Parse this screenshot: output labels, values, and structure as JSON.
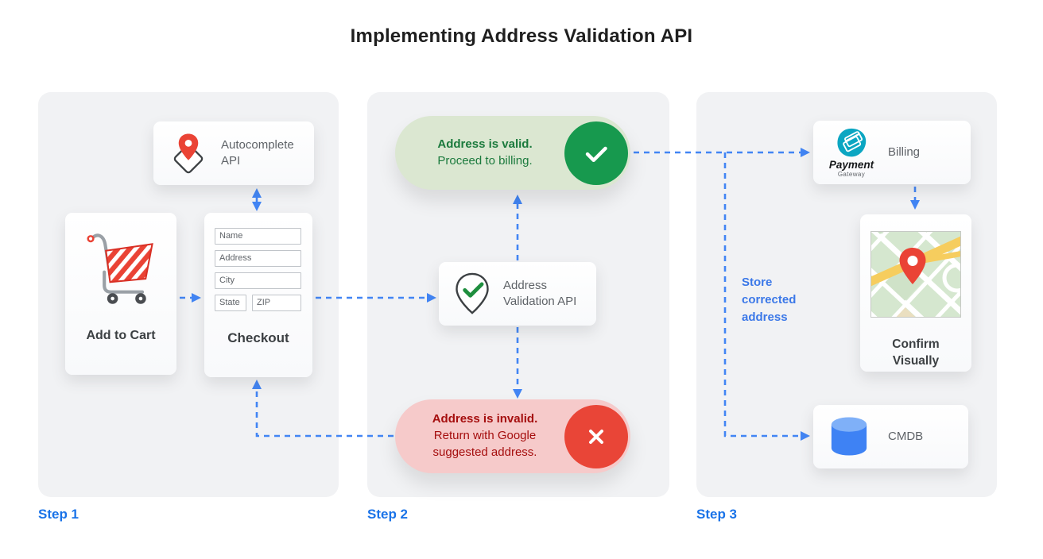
{
  "title": "Implementing Address Validation API",
  "colors": {
    "arrow_blue": "#4285f4",
    "step_blue": "#1a73e8",
    "note_blue": "#3b78e8",
    "valid_bg": "#dbe7d1",
    "valid_text": "#1b7a3d",
    "valid_circle": "#17994e",
    "invalid_bg": "#f6caca",
    "invalid_text": "#a50e0e",
    "invalid_circle": "#e94537",
    "panel_bg": "#f1f2f4",
    "pin_red": "#ea4335",
    "google_green": "#1e8e3e",
    "cmdb_blue": "#3e82f4",
    "payment_teal": "#0ba6c2"
  },
  "step1": {
    "label": "Step 1",
    "autocomplete_label": "Autocomplete API",
    "add_to_cart_label": "Add to Cart",
    "checkout_label": "Checkout",
    "fields": {
      "name": "Name",
      "address": "Address",
      "city": "City",
      "state": "State",
      "zip": "ZIP"
    }
  },
  "step2": {
    "label": "Step 2",
    "valid_title": "Address is valid.",
    "valid_subtitle": "Proceed to billing.",
    "validation_api_label": "Address Validation API",
    "invalid_title": "Address is invalid.",
    "invalid_subtitle": "Return with Google suggested address."
  },
  "step3": {
    "label": "Step 3",
    "billing_label": "Billing",
    "payment_logo_title": "Payment",
    "payment_logo_subtitle": "Gateway",
    "confirm_label": "Confirm Visually",
    "cmdb_label": "CMDB",
    "store_note": "Store corrected address"
  },
  "icons": [
    "map-pin-diamond-icon",
    "shopping-cart-icon",
    "validation-pin-check-icon",
    "check-icon",
    "x-icon",
    "payment-gateway-logo",
    "map-thumbnail",
    "database-icon"
  ]
}
